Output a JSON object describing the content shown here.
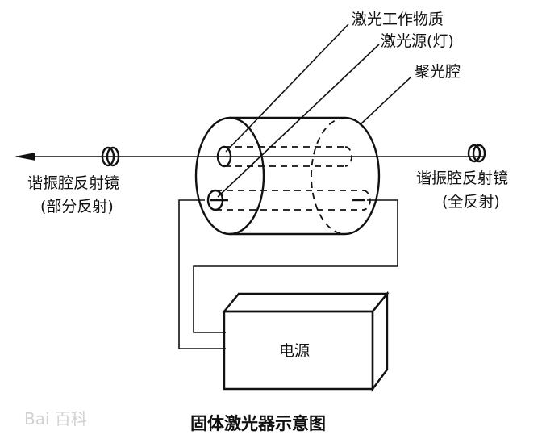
{
  "labels": {
    "active_medium": "激光工作物质",
    "pump_lamp": "激光源(灯)",
    "cavity": "聚光腔",
    "left_mirror": "谐振腔反射镜",
    "left_mirror_note": "(部分反射)",
    "right_mirror": "谐振腔反射镜",
    "right_mirror_note": "(全反射)",
    "power": "电源"
  },
  "caption": "固体激光器示意图",
  "watermark": "Bai 百科"
}
